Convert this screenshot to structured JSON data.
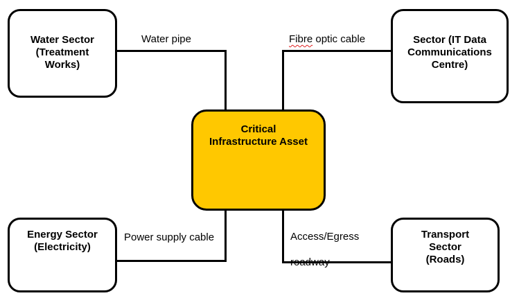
{
  "diagram": {
    "center": {
      "label": "Critical\nInfrastructure Asset",
      "fill": "#FFC800"
    },
    "nodes": {
      "water": {
        "label": "Water Sector\n(Treatment\nWorks)"
      },
      "it": {
        "label": "Sector (IT Data\nCommunications\nCentre)"
      },
      "energy": {
        "label": "Energy Sector\n(Electricity)"
      },
      "transport": {
        "label": "Transport\nSector\n(Roads)"
      }
    },
    "links": {
      "water": {
        "label": "Water pipe"
      },
      "it": {
        "label_word": "Fibre",
        "label_rest": " optic cable"
      },
      "energy": {
        "label": "Power supply cable"
      },
      "transport": {
        "label_line1": "Access/Egress",
        "label_line2": "roadway"
      }
    }
  }
}
